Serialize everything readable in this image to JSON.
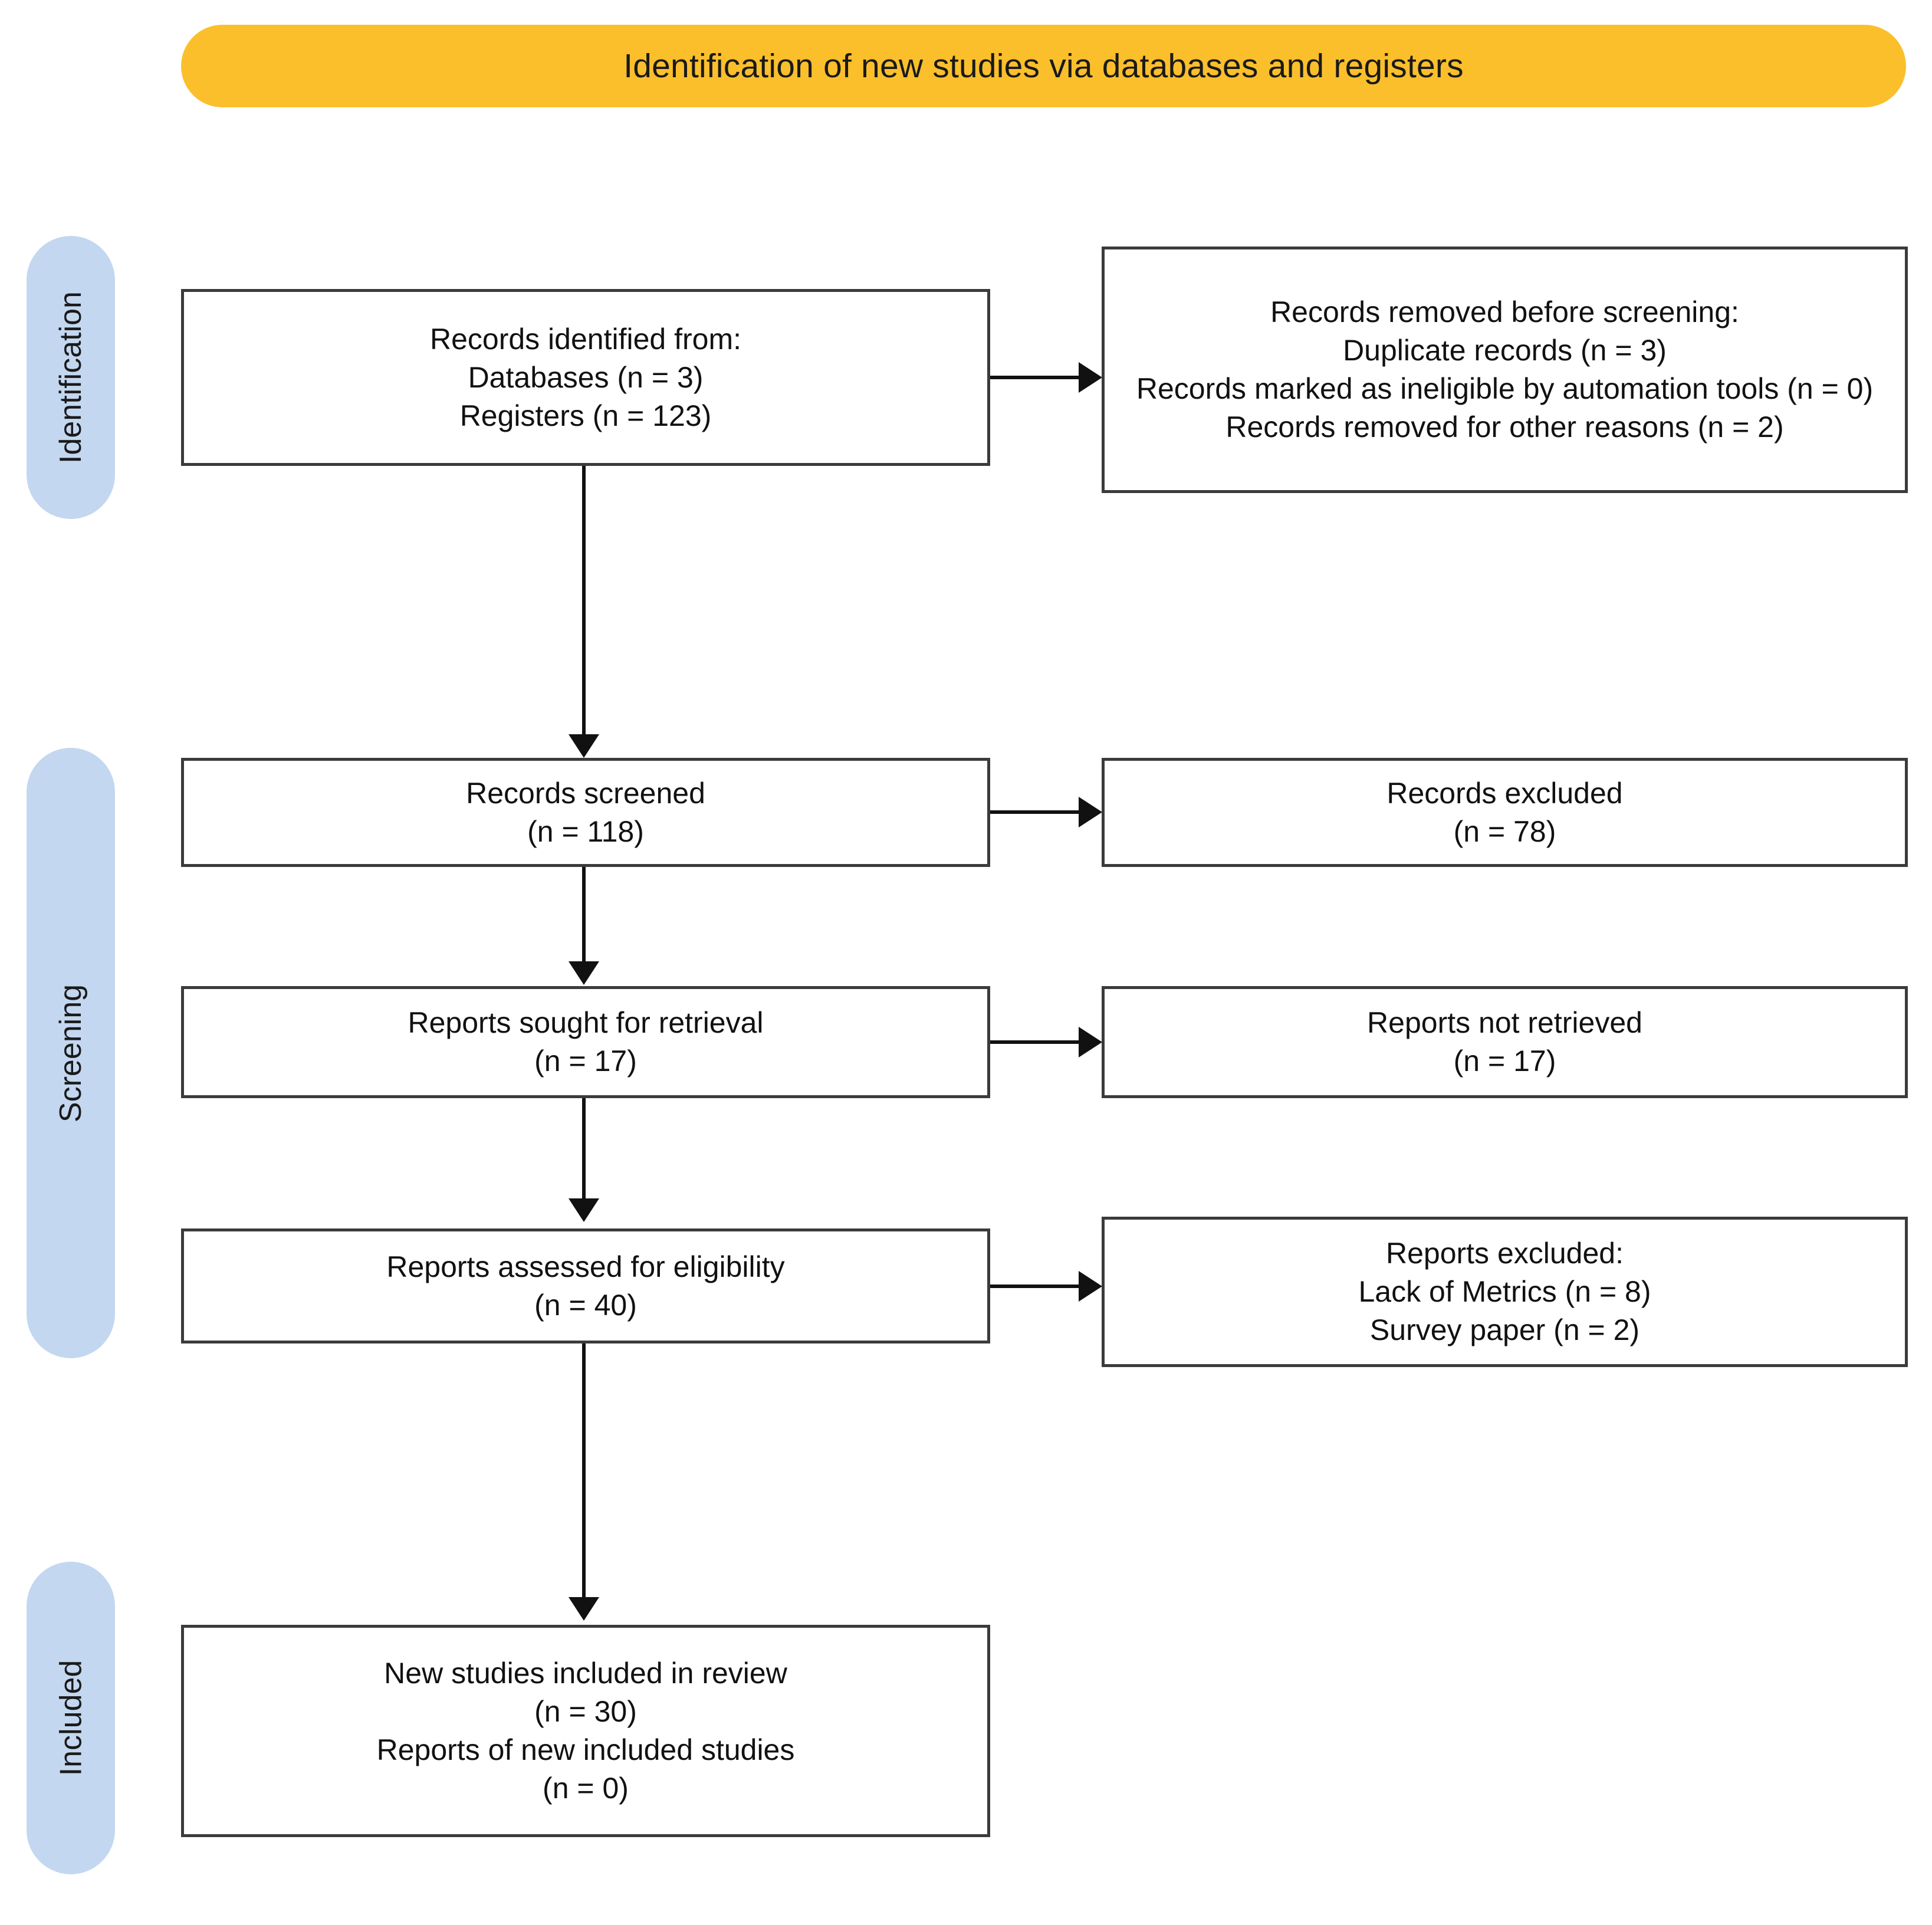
{
  "banner": {
    "title": "Identification of new studies via databases and registers",
    "color": "#FBBF2C"
  },
  "phases": {
    "color": "#C4D7F0",
    "items": [
      {
        "id": "identification",
        "label": "Identification"
      },
      {
        "id": "screening",
        "label": "Screening"
      },
      {
        "id": "included",
        "label": "Included"
      }
    ]
  },
  "boxes": {
    "identified": {
      "lines": [
        "Records identified from:",
        "Databases (n = 3)",
        "Registers (n = 123)"
      ]
    },
    "removed": {
      "lines": [
        "Records removed before screening:",
        "Duplicate records (n = 3)",
        "Records marked as ineligible by automation tools (n = 0)",
        "Records removed for other reasons (n = 2)"
      ]
    },
    "screened": {
      "lines": [
        "Records screened",
        "(n = 118)"
      ]
    },
    "excluded": {
      "lines": [
        "Records excluded",
        "(n = 78)"
      ]
    },
    "sought": {
      "lines": [
        "Reports sought for retrieval",
        "(n = 17)"
      ]
    },
    "not_retrieved": {
      "lines": [
        "Reports not retrieved",
        "(n = 17)"
      ]
    },
    "assessed": {
      "lines": [
        "Reports assessed for eligibility",
        "(n = 40)"
      ]
    },
    "reports_excluded": {
      "lines": [
        "Reports excluded:",
        "Lack of Metrics (n = 8)",
        "Survey paper (n = 2)"
      ]
    },
    "included": {
      "lines": [
        "New studies included in review",
        "(n = 30)",
        "Reports of new included studies",
        "(n = 0)"
      ]
    }
  },
  "chart_data": {
    "type": "diagram",
    "title": "PRISMA 2020 flow diagram for new systematic reviews which included searches of databases and registers only",
    "nodes": [
      {
        "id": "identified",
        "phase": "Identification",
        "column": "left",
        "label": "Records identified from: Databases (n = 3) Registers (n = 123)",
        "n_databases": 3,
        "n_registers": 123
      },
      {
        "id": "removed",
        "phase": "Identification",
        "column": "right",
        "label": "Records removed before screening",
        "n_duplicates": 3,
        "n_ineligible_automation": 0,
        "n_other_reasons": 2
      },
      {
        "id": "screened",
        "phase": "Screening",
        "column": "left",
        "label": "Records screened",
        "n": 118
      },
      {
        "id": "excluded",
        "phase": "Screening",
        "column": "right",
        "label": "Records excluded",
        "n": 78
      },
      {
        "id": "sought",
        "phase": "Screening",
        "column": "left",
        "label": "Reports sought for retrieval",
        "n": 17
      },
      {
        "id": "not_retrieved",
        "phase": "Screening",
        "column": "right",
        "label": "Reports not retrieved",
        "n": 17
      },
      {
        "id": "assessed",
        "phase": "Screening",
        "column": "left",
        "label": "Reports assessed for eligibility",
        "n": 40
      },
      {
        "id": "reports_excluded",
        "phase": "Screening",
        "column": "right",
        "label": "Reports excluded",
        "n_lack_of_metrics": 8,
        "n_survey_paper": 2
      },
      {
        "id": "included",
        "phase": "Included",
        "column": "left",
        "label": "New studies included in review",
        "n_new_studies": 30,
        "n_reports": 0
      }
    ],
    "edges": [
      {
        "from": "identified",
        "to": "removed",
        "direction": "horizontal"
      },
      {
        "from": "identified",
        "to": "screened",
        "direction": "vertical"
      },
      {
        "from": "screened",
        "to": "excluded",
        "direction": "horizontal"
      },
      {
        "from": "screened",
        "to": "sought",
        "direction": "vertical"
      },
      {
        "from": "sought",
        "to": "not_retrieved",
        "direction": "horizontal"
      },
      {
        "from": "sought",
        "to": "assessed",
        "direction": "vertical"
      },
      {
        "from": "assessed",
        "to": "reports_excluded",
        "direction": "horizontal"
      },
      {
        "from": "assessed",
        "to": "included",
        "direction": "vertical"
      }
    ]
  }
}
